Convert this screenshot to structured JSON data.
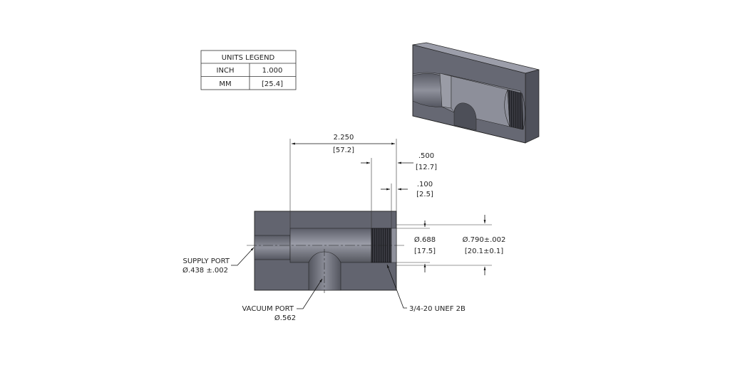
{
  "units_legend": {
    "title": "UNITS LEGEND",
    "rows": [
      {
        "unit": "INCH",
        "value": "1.000"
      },
      {
        "unit": "MM",
        "value": "[25.4]"
      }
    ]
  },
  "dimensions": {
    "overall_length": {
      "inch": "2.250",
      "mm": "[57.2]"
    },
    "thread_depth": {
      "inch": ".500",
      "mm": "[12.7]"
    },
    "relief": {
      "inch": ".100",
      "mm": "[2.5]"
    },
    "bore_diameter": {
      "inch": "Ø.688",
      "mm": "[17.5]"
    },
    "outer_diameter": {
      "inch": "Ø.790±.002",
      "mm": "[20.1±0.1]"
    }
  },
  "callouts": {
    "supply_port": {
      "label": "SUPPLY PORT",
      "spec": "Ø.438 ±.002"
    },
    "vacuum_port": {
      "label": "VACUUM PORT",
      "spec": "Ø.562"
    },
    "thread": {
      "label": "3/4-20 UNEF 2B"
    }
  },
  "colors": {
    "body": "#62646f",
    "body_dark": "#4b4d57",
    "body_light": "#8a8c96",
    "bore": "#7b7d88",
    "top_face": "#9c9eaa"
  }
}
